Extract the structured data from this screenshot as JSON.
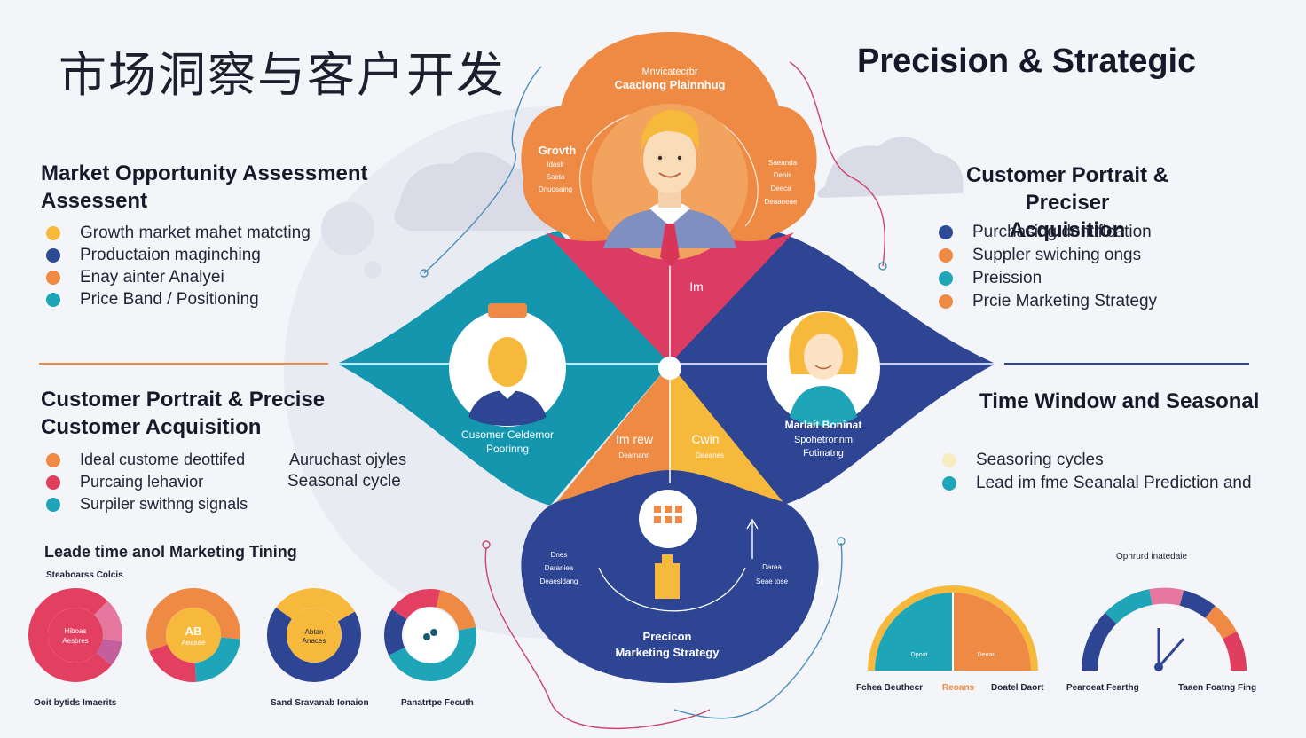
{
  "header": {
    "title_cn": "市场洞察与客户开发",
    "title_en": "Precision & Strategic"
  },
  "left": {
    "market": {
      "heading_line1": "Market Opportunity Assessment",
      "heading_line2": "Assessent",
      "items": [
        {
          "label": "Growth market mahet matcting",
          "color": "#f6b93b"
        },
        {
          "label": "Productaion maginching",
          "color": "#2e4c94"
        },
        {
          "label": "Enay ainter Analyei",
          "color": "#ee8a43"
        },
        {
          "label": "Price Band / Positioning",
          "color": "#1ea5b8"
        }
      ]
    },
    "portrait": {
      "heading_line1": "Customer Portrait & Precise",
      "heading_line2": "Customer Acquisition",
      "items": [
        {
          "label": "Ideal custome deottifed",
          "color": "#ee8a43"
        },
        {
          "label": "Purcaing lehavior",
          "color": "#e03e5e"
        },
        {
          "label": "Surpiler swithng signals",
          "color": "#1ea5b8"
        }
      ],
      "col2": [
        "Auruchast ojyles",
        "Seasonal cycle"
      ]
    },
    "timing": {
      "heading": "Leade time anol Marketing Tining",
      "sub": "Steaboarss Colcis",
      "captions": [
        "Ooit bytids Imaerits",
        "Sand Sravanab Ionaion",
        "Panatrtpe Fecuth"
      ],
      "donut_labels": [
        [
          "Hiboas",
          "Aesbres"
        ],
        [
          "AB",
          "Aeasae"
        ],
        [
          "Abtan",
          "Anaces"
        ],
        [
          "",
          ""
        ]
      ]
    }
  },
  "right": {
    "portrait": {
      "heading_line1": "Customer Portrait & Preciser",
      "heading_line2": "Acquisition",
      "items": [
        {
          "label": "Purchasing dentification",
          "color": "#2e4c94"
        },
        {
          "label": "Suppler swiching ongs",
          "color": "#ee8a43"
        },
        {
          "label": "Preission",
          "color": "#1ea5b8"
        },
        {
          "label": "Prcie Marketing Strategy",
          "color": "#ee8a43"
        }
      ]
    },
    "seasonal": {
      "heading": "Time Window and Seasonal",
      "items": [
        {
          "label": "Seasoring cycles",
          "color": "#f6eec0"
        },
        {
          "label": "Lead im fme Seanalal Prediction and",
          "color": "#1ea5b8"
        }
      ]
    },
    "gauges": {
      "heading": "Ophrurd inatedaie",
      "left_captions": [
        "Fchea Beuthecr",
        "Reoans",
        "Doatel Daort"
      ],
      "left_labels": [
        "Dpoat",
        "Deoan"
      ],
      "right_captions": [
        "Pearoeat Fearthg",
        "Taaen Foatng Fing"
      ]
    }
  },
  "center": {
    "top": {
      "title": "Mnvicatecrbr",
      "subtitle": "Caaclong Plainnhug"
    },
    "top_left_note": [
      "Grovth",
      "Idaslr",
      "Saeta",
      "Dnuosaing"
    ],
    "top_right_note": [
      "Saeanda",
      "Denis",
      "Deeca",
      "Deaaneae"
    ],
    "red_label": "Im",
    "left_label": [
      "Cusomer Celdemor",
      "Poorinng"
    ],
    "right_label": [
      "Marlait Boninat",
      "Spohetronnm",
      "Fotinatng"
    ],
    "mid_left": [
      "Im rew",
      "Dearnann"
    ],
    "mid_right": [
      "Cwin",
      "Daeanes"
    ],
    "bottom_left_note": [
      "Dnes",
      "Daraniea",
      "Deaesldang"
    ],
    "bottom_right_note": [
      "Darea",
      "Seae tose"
    ],
    "bottom": {
      "title": "Precicon",
      "subtitle": "Marketing Strategy"
    }
  },
  "colors": {
    "orange": "#ee8a43",
    "teal": "#1497ae",
    "navy": "#2e4594",
    "crimson": "#dc3b63",
    "yellow": "#f6b93b",
    "pink": "#e6779f"
  }
}
